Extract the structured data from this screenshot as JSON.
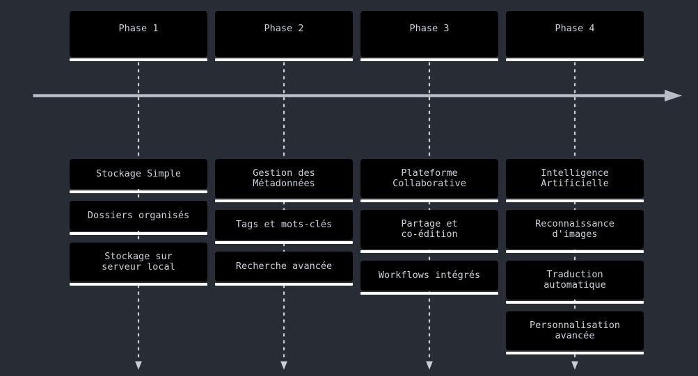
{
  "diagram": {
    "type": "timeline",
    "colors": {
      "background": "#282c35",
      "box_fill": "#000000",
      "box_underline": "#ffffff",
      "text": "#ccd2da",
      "timeline_arrow": "#b6bdc8",
      "dashed_line": "#c9cdd4"
    },
    "phases": [
      {
        "label": "Phase 1",
        "events": [
          "Stockage Simple",
          "Dossiers organisés",
          "Stockage sur serveur local"
        ]
      },
      {
        "label": "Phase 2",
        "events": [
          "Gestion des Métadonnées",
          "Tags et mots-clés",
          "Recherche avancée"
        ]
      },
      {
        "label": "Phase 3",
        "events": [
          "Plateforme Collaborative",
          "Partage et co-édition",
          "Workflows intégrés"
        ]
      },
      {
        "label": "Phase 4",
        "events": [
          "Intelligence Artificielle",
          "Reconnaissance d'images",
          "Traduction automatique",
          "Personnalisation avancée"
        ]
      }
    ]
  }
}
